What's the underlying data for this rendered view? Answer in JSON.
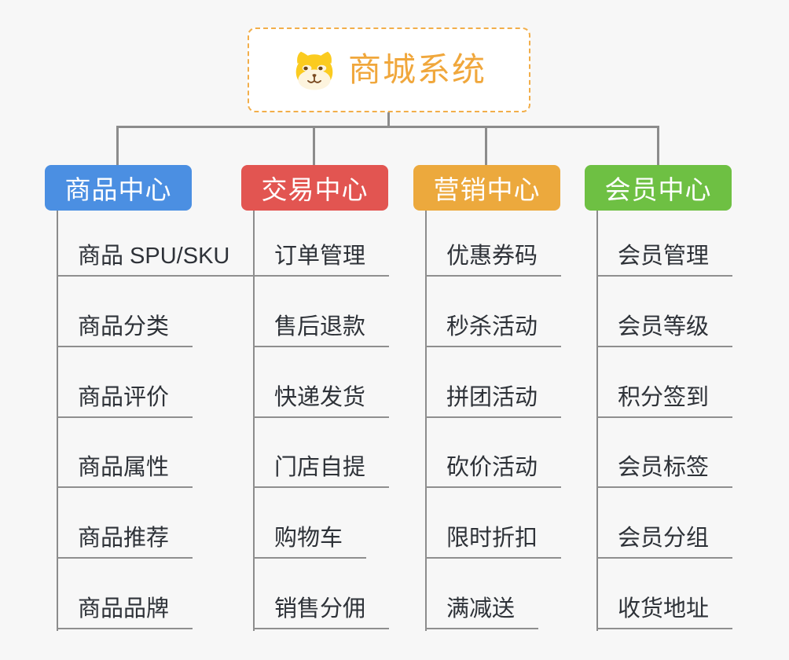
{
  "root": {
    "title": "商城系统",
    "icon": "dog-face-icon"
  },
  "branches": [
    {
      "title": "商品中心",
      "color": "#4B8FE2",
      "items": [
        "商品 SPU/SKU",
        "商品分类",
        "商品评价",
        "商品属性",
        "商品推荐",
        "商品品牌"
      ]
    },
    {
      "title": "交易中心",
      "color": "#E25551",
      "items": [
        "订单管理",
        "售后退款",
        "快递发货",
        "门店自提",
        "购物车",
        "销售分佣"
      ]
    },
    {
      "title": "营销中心",
      "color": "#ECA93D",
      "items": [
        "优惠券码",
        "秒杀活动",
        "拼团活动",
        "砍价活动",
        "限时折扣",
        "满减送"
      ]
    },
    {
      "title": "会员中心",
      "color": "#6EC043",
      "items": [
        "会员管理",
        "会员等级",
        "积分签到",
        "会员标签",
        "会员分组",
        "收货地址"
      ]
    }
  ],
  "colors": {
    "background": "#F7F7F7",
    "connector": "#8C8C8C",
    "leaf_underline": "#8F8F8F",
    "leaf_text": "#2E3238",
    "root_text": "#F0A73C",
    "root_border": "#F2AE4A",
    "root_background": "#FFFFFF"
  }
}
